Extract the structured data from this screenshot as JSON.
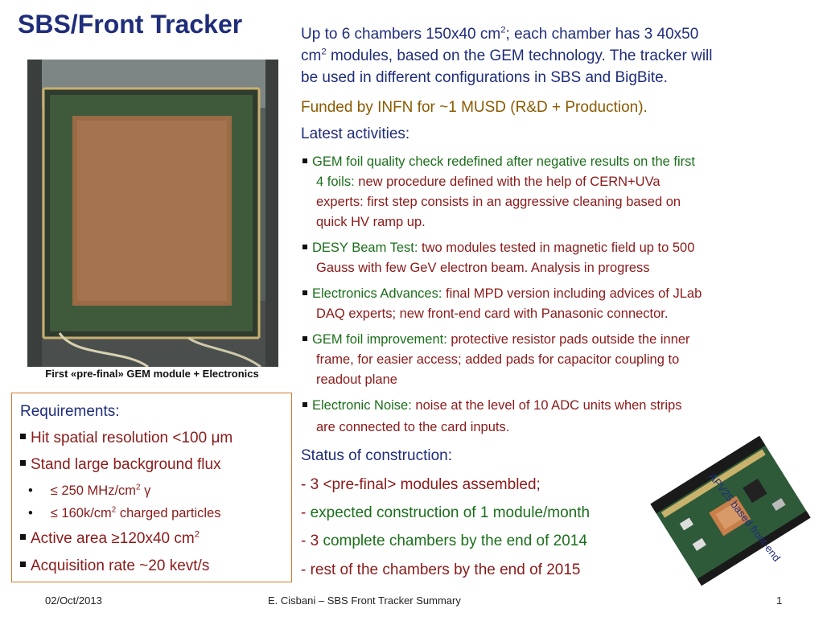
{
  "title": "SBS/Front Tracker",
  "photo_caption": "First «pre-final» GEM module + Electronics",
  "intro": {
    "line1a": "Up to 6 chambers 150x40 cm",
    "line1b": "; each chamber has 3 40x50",
    "line2a": "cm",
    "line2b": " modules, based on the GEM technology. The tracker will",
    "line3": "be used in different configurations in SBS and BigBite.",
    "sup2": "2"
  },
  "funded": "Funded by INFN for ~1 MUSD (R&D + Production).",
  "latest_heading": "Latest activities:",
  "activities": [
    {
      "lines": [
        {
          "g": "GEM foil quality check redefined after negative results on the first",
          "r": ""
        },
        {
          "g": "4 foils:",
          "r": " new procedure defined with the help of CERN+UVa"
        },
        {
          "g": "",
          "r": "experts: first step consists in an aggressive cleaning based on"
        },
        {
          "g": "",
          "r": "quick HV ramp up."
        }
      ]
    },
    {
      "lines": [
        {
          "g": "DESY Beam Test:",
          "r": " two modules tested in magnetic field up to 500"
        },
        {
          "g": "",
          "r": "Gauss with few GeV electron beam. Analysis in progress"
        }
      ]
    },
    {
      "lines": [
        {
          "g": "Electronics Advances:",
          "r": " final MPD version including advices of JLab"
        },
        {
          "g": "",
          "r": "DAQ experts; new front-end card with Panasonic connector."
        }
      ]
    },
    {
      "lines": [
        {
          "g": "GEM foil improvement:",
          "r": " protective resistor pads outside the inner"
        },
        {
          "g": "",
          "r": "frame, for easier access; added pads for capacitor coupling to"
        },
        {
          "g": "",
          "r": "readout plane"
        }
      ]
    },
    {
      "lines": [
        {
          "g": "Electronic Noise:",
          "r": " noise at the level of 10 ADC units when strips"
        },
        {
          "g": "",
          "r": "are connected to the card inputs."
        }
      ]
    }
  ],
  "status_heading": "Status of construction:",
  "status_items": [
    {
      "prefix": "- 3 ",
      "text": "<pre-final> modules assembled;"
    },
    {
      "prefix": "- ",
      "text": "expected construction of 1 module/month"
    },
    {
      "prefix": "- 3 ",
      "text": "complete chambers by the end of 2014"
    },
    {
      "prefix": "- ",
      "text": "rest of the chambers by the end of 2015"
    }
  ],
  "requirements": {
    "heading": "Requirements:",
    "item1a": "Hit spatial resolution <100 ",
    "item1_mu": "μ",
    "item1b": "m",
    "item2": "Stand large background flux",
    "sub1a": "≤ 250 MHz/cm",
    "sub1_sup": "2",
    "sub1b": " γ",
    "sub2a": "≤ 160k/cm",
    "sub2_sup": "2",
    "sub2b": " charged particles",
    "item3a": "Active area ≥120x40 cm",
    "item3_sup": "2",
    "item4": "Acquisition rate ~20 kevt/s"
  },
  "board_label": "APV25 based front-end",
  "footer": {
    "date": "02/Oct/2013",
    "center": "E. Cisbani – SBS Front Tracker Summary",
    "page": "1"
  },
  "colors": {
    "navy": "#1f2d7a",
    "green": "#1b6e1b",
    "darkred": "#8b1a1a",
    "brown": "#8a5a00",
    "orange_border": "#d07a2c"
  }
}
